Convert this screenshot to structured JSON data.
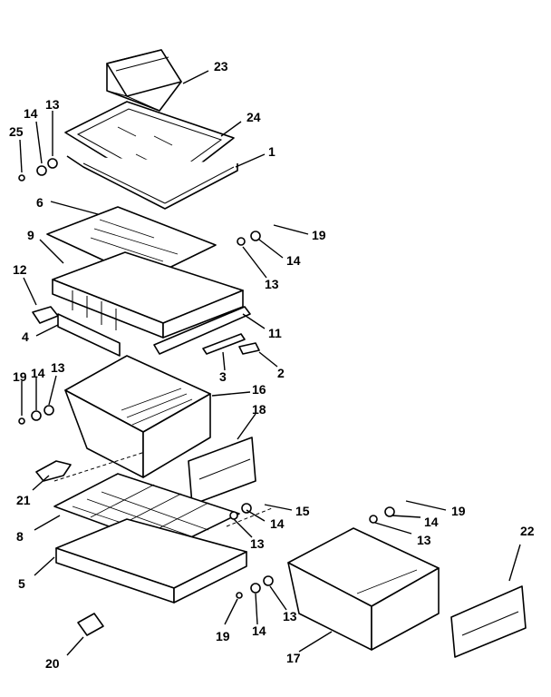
{
  "header": {
    "left_fragment": "",
    "right_fragment": ""
  },
  "callouts": {
    "c23": "23",
    "c24": "24",
    "c1": "1",
    "c14a": "14",
    "c13a": "13",
    "c25": "25",
    "c6": "6",
    "c9": "9",
    "c19a": "19",
    "c14b": "14",
    "c13b": "13",
    "c12": "12",
    "c11": "11",
    "c4": "4",
    "c3": "3",
    "c2": "2",
    "c19b": "19",
    "c14c": "14",
    "c13c": "13",
    "c16": "16",
    "c18": "18",
    "c21": "21",
    "c15": "15",
    "c14d": "14",
    "c13d": "13",
    "c8": "8",
    "c5": "5",
    "c19c": "19",
    "c14e": "14",
    "c13e": "13",
    "c22": "22",
    "c19d": "19",
    "c14f": "14",
    "c13f": "13",
    "c20": "20",
    "c17": "17"
  }
}
